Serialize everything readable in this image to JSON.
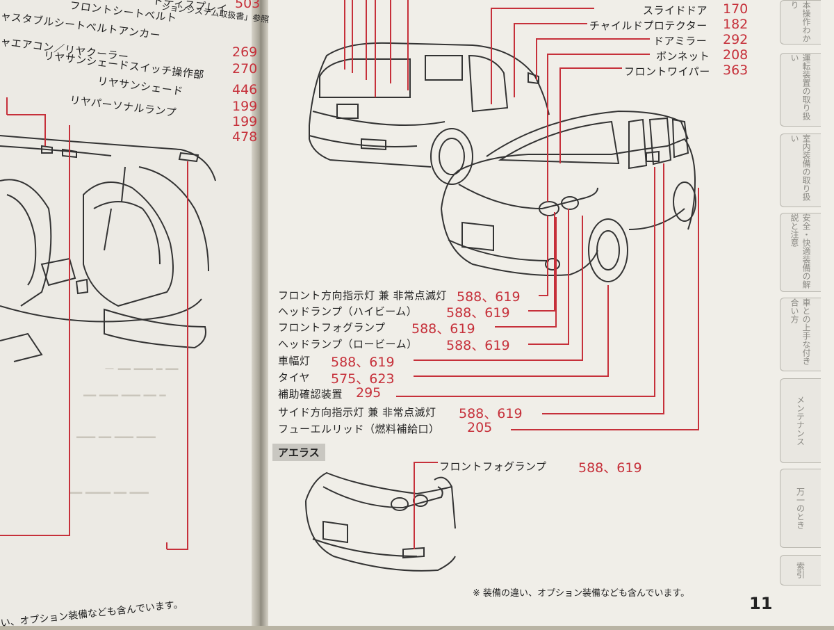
{
  "left_page": {
    "labels": [
      {
        "text": "ドディスプレイ",
        "number": "503"
      },
      {
        "text": "ションシステム取扱書」参照",
        "number": ""
      },
      {
        "text": "フロントシートベルト",
        "number": ""
      },
      {
        "text": "ャスタブルシートベルトアンカー",
        "number": ""
      },
      {
        "text": "ャエアコン／リヤクーラー",
        "number": "269"
      },
      {
        "text": "リヤサンシェードスイッチ操作部",
        "number": "270"
      },
      {
        "text": "リヤサンシェード",
        "number": "446"
      },
      {
        "text": "リヤパーソナルランプ",
        "number": "199"
      },
      {
        "text": "",
        "number": "199"
      },
      {
        "text": "",
        "number": "478"
      }
    ],
    "footer_note": "い、オプション装備なども含んでいます。"
  },
  "right_page": {
    "top_labels": [
      {
        "text": "スライドドア",
        "number": "170"
      },
      {
        "text": "チャイルドプロテクター",
        "number": "182"
      },
      {
        "text": "ドアミラー",
        "number": "292"
      },
      {
        "text": "ボンネット",
        "number": "208"
      },
      {
        "text": "フロントワイパー",
        "number": "363"
      }
    ],
    "bottom_labels": [
      {
        "text": "フロント方向指示灯 兼 非常点滅灯",
        "number": "588、619"
      },
      {
        "text": "ヘッドランプ（ハイビーム）",
        "number": "588、619"
      },
      {
        "text": "フロントフォグランプ",
        "number": "588、619"
      },
      {
        "text": "ヘッドランプ（ロービーム）",
        "number": "588、619"
      },
      {
        "text": "車幅灯",
        "number": "588、619"
      },
      {
        "text": "タイヤ",
        "number": "575、623"
      },
      {
        "text": "補助確認装置",
        "number": "295"
      },
      {
        "text": "サイド方向指示灯 兼 非常点滅灯",
        "number": "588、619"
      },
      {
        "text": "フューエルリッド（燃料補給口）",
        "number": "205"
      }
    ],
    "aeras_box": "アエラス",
    "aeras_label": {
      "text": "フロントフォグランプ",
      "number": "588、619"
    },
    "footer_note": "※ 装備の違い、オプション装備なども含んでいます。",
    "page_number": "11"
  },
  "side_tabs": [
    "本操作わかり",
    "運転装置の取り扱い",
    "室内装備の取り扱い",
    "安全・快適装備の解説と注意",
    "車との上手な付き合い方",
    "メンテナンス",
    "万一のとき",
    "索引"
  ],
  "colors": {
    "accent": "#c6303a",
    "paper": "#f0eee8",
    "ink": "#222222"
  }
}
